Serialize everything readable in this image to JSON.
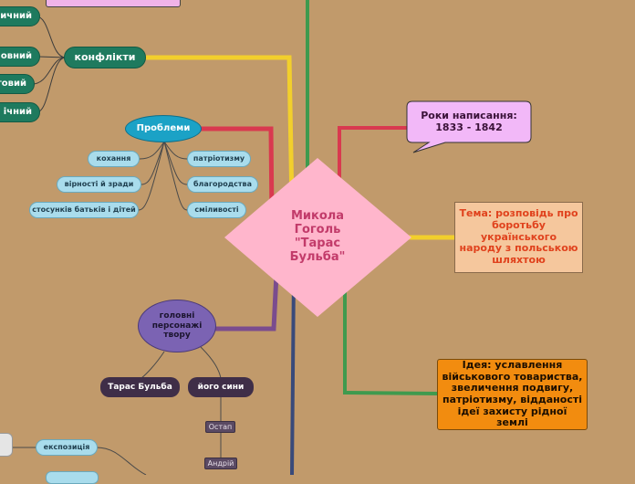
{
  "center": {
    "text": "Микола Гоголь \"Тарас Бульба\""
  },
  "years": {
    "text": "Роки написання: 1833 - 1842"
  },
  "theme": {
    "text": "Тема: розповідь про боротьбу українського народу з польською шляхтою"
  },
  "idea": {
    "text": "Ідея: уславлення військового товариства, звеличення подвигу, патріотизму, відданості ідеї захисту рідної землі"
  },
  "conflicts": {
    "label": "конфлікти",
    "items": [
      "ичний",
      "овний",
      "товий",
      "ічний"
    ]
  },
  "problems": {
    "label": "Проблеми",
    "left": [
      "кохання",
      "вірності  й зради",
      "стосунків батьків і дітей"
    ],
    "right": [
      "патріотизму",
      "благородства",
      "сміливості"
    ]
  },
  "characters": {
    "label": "головні персонажі твору",
    "taras": "Тарас Бульба",
    "sons": "його сини",
    "son1": "Остап",
    "son2": "Андрій"
  },
  "bottom": {
    "exposition": "експозиція"
  },
  "colors": {
    "background": "#c19a6b",
    "center": "#ffb6cc",
    "center_text": "#c23b6a",
    "years": "#f2b8f8",
    "theme": "#f5c79d",
    "theme_text": "#e0421d",
    "idea": "#f28c0f",
    "problems": "#1ba2c6",
    "characters": "#7b63b3"
  }
}
